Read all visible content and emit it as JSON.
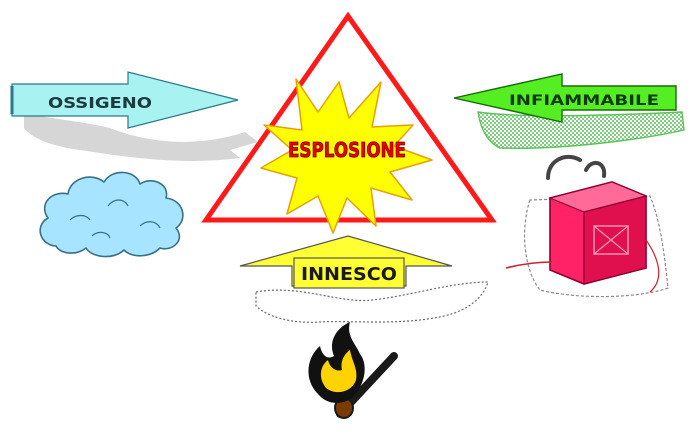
{
  "labels": {
    "center": "ESPLOSIONE",
    "left_arrow": "OSSIGENO",
    "right_arrow": "INFIAMMABILE",
    "bottom_arrow": "INNESCO"
  },
  "icons": {
    "oxygen": "cloud-icon",
    "fuel": "fuel-canister-icon",
    "ignition": "burning-match-icon",
    "explosion": "starburst-icon"
  },
  "colors": {
    "triangle": "#ff1a1a",
    "starburst": "#ffff00",
    "starburst_outline": "#e8a000",
    "center_text": "#e80000",
    "oxygen_arrow": "#a8f2f2",
    "fuel_arrow": "#55ee22",
    "ignition_arrow": "#ffff33",
    "cloud": "#a6e4ff",
    "canister": "#ff2266",
    "shadow": "#d6d6d6"
  }
}
